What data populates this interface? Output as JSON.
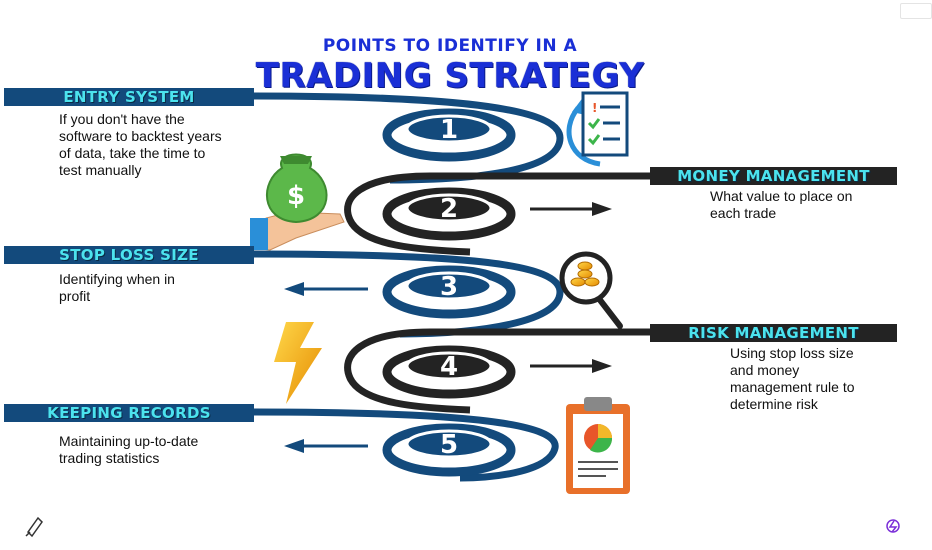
{
  "title": {
    "line1": "POINTS TO IDENTIFY IN A",
    "line2": "TRADING STRATEGY"
  },
  "steps": [
    {
      "number": "1",
      "label": "ENTRY SYSTEM",
      "description": "If you don't have the software to backtest years of data, take the time to test manually"
    },
    {
      "number": "2",
      "label": "MONEY MANAGEMENT",
      "description": "What value to place on each trade"
    },
    {
      "number": "3",
      "label": "STOP LOSS SIZE",
      "description": "Identifying when in profit"
    },
    {
      "number": "4",
      "label": "RISK MANAGEMENT",
      "description": "Using stop loss size and money management rule to determine risk"
    },
    {
      "number": "5",
      "label": "KEEPING RECORDS",
      "description": "Maintaining up-to-date trading statistics"
    }
  ],
  "icons": {
    "money_bag": "money-bag-icon",
    "checklist": "checklist-icon",
    "coins": "coins-magnifier-icon",
    "lightning": "lightning-icon",
    "report": "report-clipboard-icon"
  },
  "colors": {
    "blue": "#134a7c",
    "dark": "#232323",
    "cyan": "#4ce3ee",
    "title": "#1a2fd6"
  }
}
